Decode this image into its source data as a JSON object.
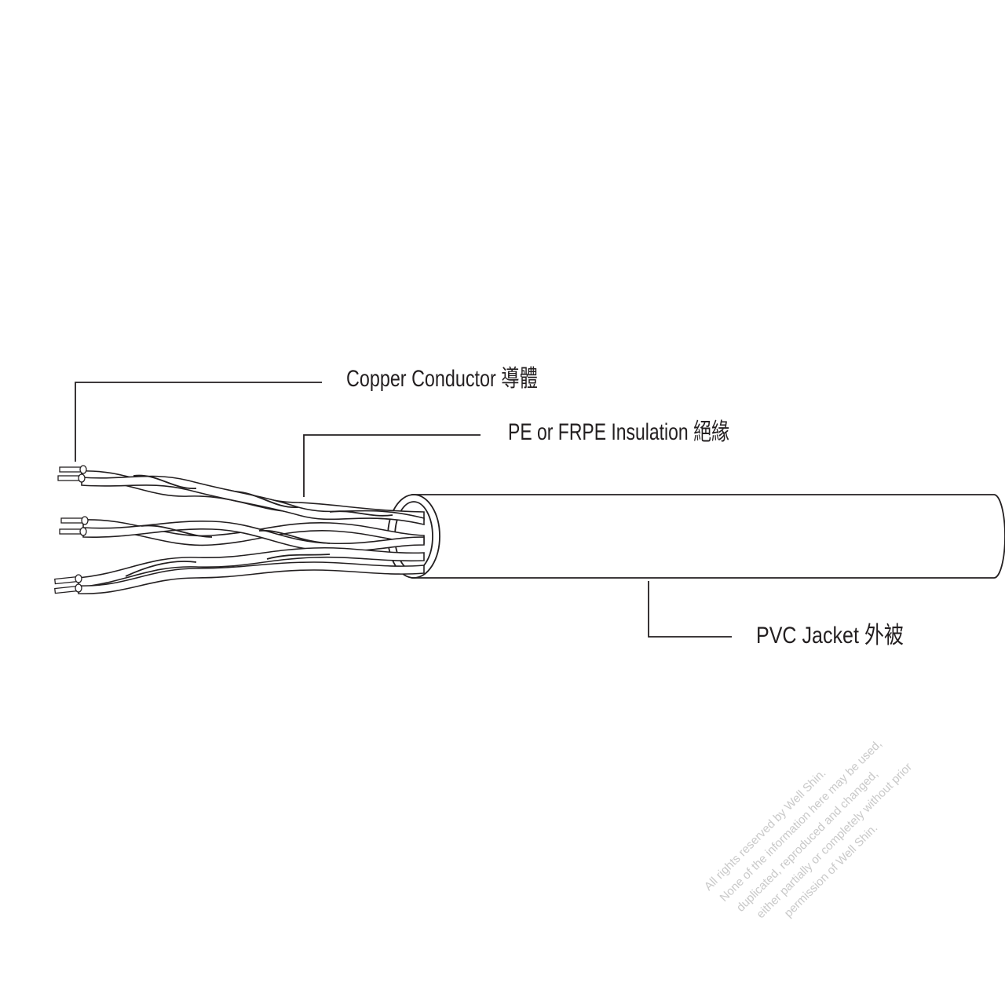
{
  "labels": {
    "conductor": "Copper Conductor 導體",
    "insulation": "PE or FRPE Insulation 絕緣",
    "jacket": "PVC Jacket  外被"
  },
  "watermark": [
    "All rights reserved by Well Shin.",
    "None of the information here may be used,",
    "duplicated, reproduced and changed,",
    "either partially or completely without prior",
    "permission of Well Shin."
  ]
}
